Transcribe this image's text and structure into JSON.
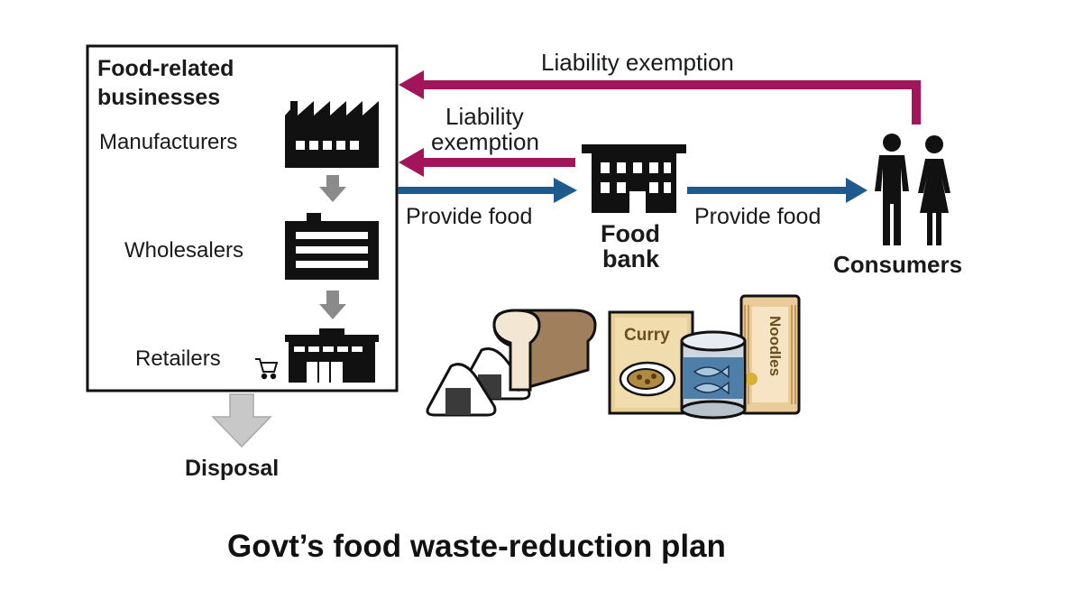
{
  "diagram": {
    "box_heading_line1": "Food-related",
    "box_heading_line2": "businesses",
    "manufacturers": "Manufacturers",
    "wholesalers": "Wholesalers",
    "retailers": "Retailers",
    "disposal": "Disposal",
    "food_bank_line1": "Food",
    "food_bank_line2": "bank",
    "consumers": "Consumers",
    "liability_top": "Liability exemption",
    "liability_mid_line1": "Liability",
    "liability_mid_line2": "exemption",
    "provide_food_left": "Provide food",
    "provide_food_right": "Provide food",
    "curry_label": "Curry",
    "noodles_label": "Noodles"
  },
  "footer": {
    "title": "Govt’s food waste-reduction plan"
  },
  "colors": {
    "magenta_arrow": "#a3155a",
    "blue_arrow": "#1f5a8c",
    "gray_arrow": "#8a8a8a",
    "light_gray_arrow": "#c8c8c8",
    "icon_black": "#111111"
  },
  "icons": [
    "factory-icon",
    "warehouse-icon",
    "store-icon",
    "shopping-cart-icon",
    "food-bank-building-icon",
    "consumers-icon",
    "rice-balls-icon",
    "bread-icon",
    "curry-box-icon",
    "tin-can-icon",
    "noodles-package-icon"
  ]
}
